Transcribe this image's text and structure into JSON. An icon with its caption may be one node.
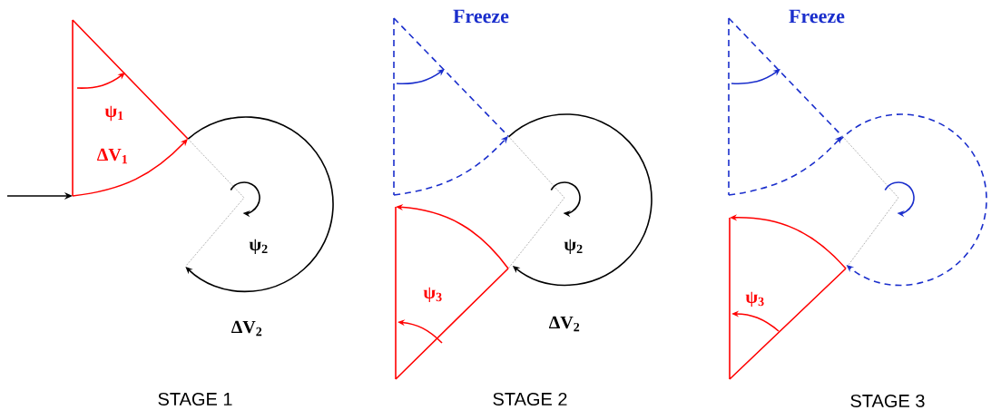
{
  "diagram": {
    "labels": [
      "ψ$_{1}$",
      "ΔV$_{1}$",
      "ψ$_{2}$",
      "ΔV$_{2}$",
      "STAGE 1",
      "Freeze",
      "ψ$_{2}$",
      "ψ$_{3}$",
      "ΔV$_{2}$",
      "STAGE 2",
      "Freeze",
      "ψ$_{3}$",
      "STAGE 3"
    ]
  }
}
